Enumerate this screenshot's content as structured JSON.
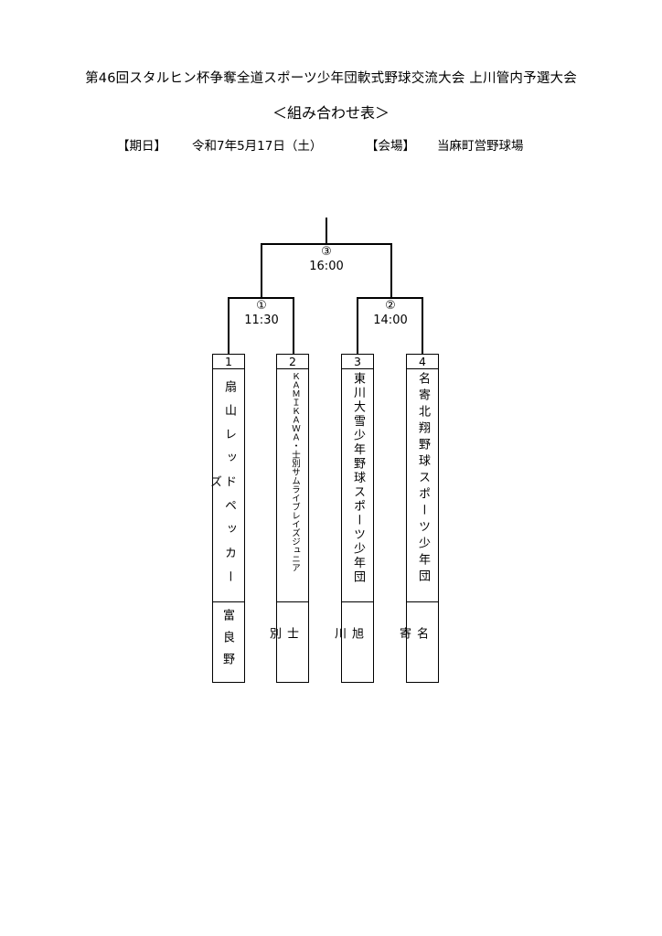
{
  "header": {
    "title": "第46回スタルヒン杯争奪全道スポーツ少年団軟式野球交流大会 上川管内予選大会",
    "subtitle": "＜組み合わせ表＞",
    "date_label": "【期日】",
    "date_value": "令和7年5月17日（土）",
    "venue_label": "【会場】",
    "venue_value": "当麻町営野球場"
  },
  "bracket": {
    "final": {
      "number": "③",
      "time": "16:00"
    },
    "semi1": {
      "number": "①",
      "time": "11:30"
    },
    "semi2": {
      "number": "②",
      "time": "14:00"
    },
    "teams": [
      {
        "seed": "1",
        "name": "扇山レッドペッカーズ",
        "place": "富良野"
      },
      {
        "seed": "2",
        "name": "ＫＡＭＩＫＡＷＡ・士別サムライブレイズジュニア",
        "place": "士別"
      },
      {
        "seed": "3",
        "name": "東川大雪少年野球スポーツ少年団",
        "place": "旭川"
      },
      {
        "seed": "4",
        "name": "名寄北翔野球スポーツ少年団",
        "place": "名寄"
      }
    ]
  }
}
